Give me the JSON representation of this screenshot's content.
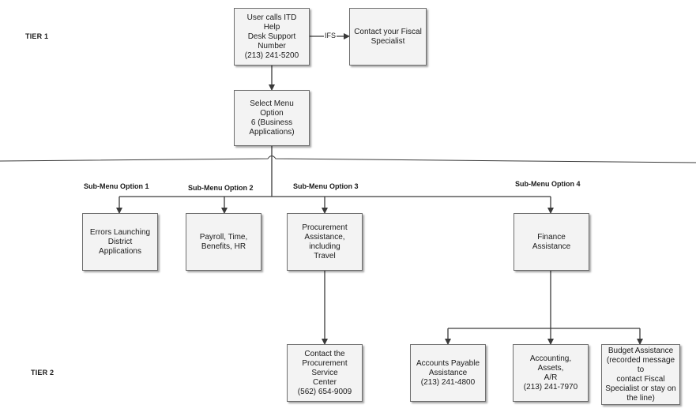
{
  "tiers": {
    "tier1": "TIER 1",
    "tier2": "TIER 2"
  },
  "nodes": {
    "call_helpdesk": [
      "User calls ITD Help",
      "Desk Support",
      "Number",
      "(213) 241-5200"
    ],
    "contact_fiscal": [
      "Contact your Fiscal",
      "Specialist"
    ],
    "menu_option6": [
      "Select Menu Option",
      "6 (Business",
      "Applications)"
    ],
    "errors_launching": [
      "Errors Launching",
      "District Applications"
    ],
    "payroll": [
      "Payroll, Time,",
      "Benefits, HR"
    ],
    "procurement": [
      "Procurement",
      "Assistance, including",
      "Travel"
    ],
    "finance": [
      "Finance Assistance"
    ],
    "procurement_center": [
      "Contact the",
      "Procurement Service",
      "Center",
      "(562) 654-9009"
    ],
    "accounts_payable": [
      "Accounts Payable",
      "Assistance",
      "(213) 241-4800"
    ],
    "accounting_assets": [
      "Accounting, Assets,",
      "A/R",
      "(213) 241-7970"
    ],
    "budget_assistance": [
      "Budget Assistance",
      "(recorded message to",
      "contact Fiscal",
      "Specialist or stay on",
      "the line)"
    ]
  },
  "sub_menu_labels": {
    "option1": "Sub-Menu Option 1",
    "option2": "Sub-Menu Option 2",
    "option3": "Sub-Menu Option 3",
    "option4": "Sub-Menu Option 4"
  },
  "edge_labels": {
    "ifs": "IFS"
  },
  "colors": {
    "box_fill": "#f3f3f3",
    "box_border": "#6e6e6e",
    "line": "#3a3a3a"
  }
}
